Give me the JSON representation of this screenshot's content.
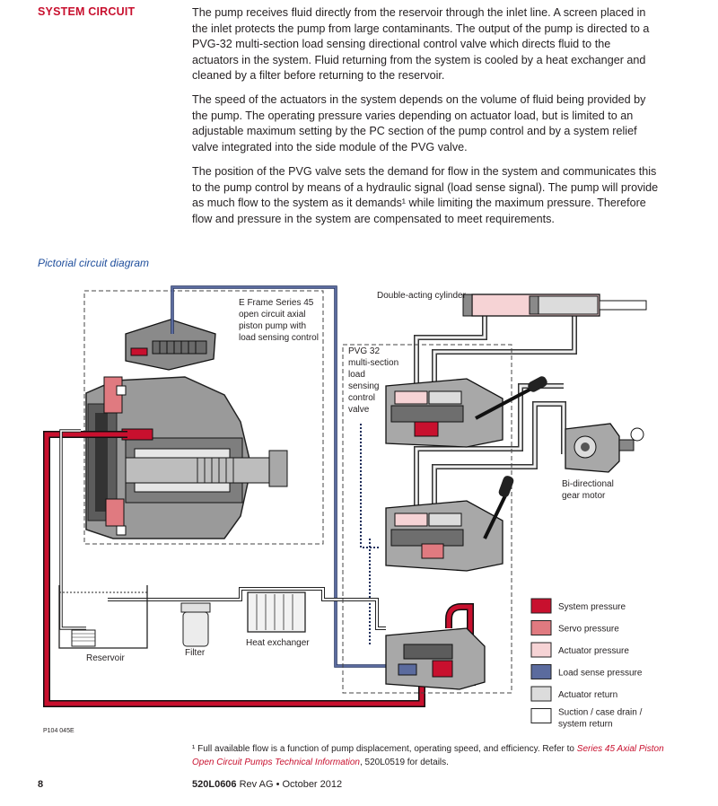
{
  "section_title": "SYSTEM CIRCUIT",
  "paragraphs": [
    "The pump receives fluid directly from the reservoir through the inlet line. A screen placed in the inlet protects the pump from large contaminants. The output of the pump is directed to a PVG-32 multi-section load sensing directional control valve which directs fluid to the actuators in the system. Fluid returning from the system is cooled by a heat exchanger and cleaned by a filter before returning to the reservoir.",
    "The speed of the actuators in the system depends on the volume of fluid being provided by the pump. The operating pressure varies depending on actuator load, but is limited to an adjustable maximum setting by the PC section of the pump control and by a system relief valve integrated into the side module of the PVG valve.",
    "The position of the PVG valve sets the demand for flow in the system and communicates this to the pump control by means of a hydraulic signal (load sense signal). The pump will provide as much flow to the system as it demands¹ while limiting the maximum pressure. Therefore flow and pressure in the system are compensated to meet requirements."
  ],
  "figure": {
    "caption": "Pictorial circuit diagram",
    "pump_label": [
      "E Frame Series 45",
      "open circuit axial",
      "piston pump with",
      "load sensing control"
    ],
    "cylinder_label": "Double-acting cylinder",
    "pvg_label": [
      "PVG 32",
      "multi-section",
      "load",
      "sensing",
      "control",
      "valve"
    ],
    "motor_label": [
      "Bi-directional",
      "gear motor"
    ],
    "reservoir_label": "Reservoir",
    "filter_label": "Filter",
    "heat_exchanger_label": "Heat exchanger",
    "figure_id": "P104 045E",
    "legend": [
      {
        "label": [
          "System pressure"
        ],
        "color": "#c8102e"
      },
      {
        "label": [
          "Servo pressure"
        ],
        "color": "#e07a80"
      },
      {
        "label": [
          "Actuator pressure"
        ],
        "color": "#f6d3d5"
      },
      {
        "label": [
          "Load sense pressure"
        ],
        "color": "#5b6b9e"
      },
      {
        "label": [
          "Actuator return"
        ],
        "color": "#dcdcdc"
      },
      {
        "label": [
          "Suction / case drain /",
          "system return"
        ],
        "color": "#ffffff"
      }
    ]
  },
  "footnote": {
    "marker": "¹",
    "text_before": " Full available flow is a function of pump displacement, operating speed, and efficiency. Refer to ",
    "ref_title": "Series 45 Axial Piston Open Circuit Pumps Technical Information",
    "text_after": ", 520L0519 for details."
  },
  "footer": {
    "page_number": "8",
    "doc_code": "520L0606",
    "revision": " Rev AG • October 2012"
  }
}
